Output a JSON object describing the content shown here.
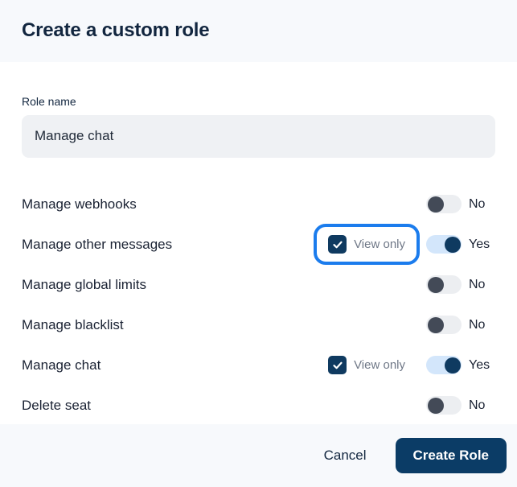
{
  "header": {
    "title": "Create a custom role"
  },
  "form": {
    "role_name": {
      "label": "Role name",
      "value": "Manage chat",
      "placeholder": "Role name"
    }
  },
  "permissions": {
    "view_only_label": "View only",
    "rows": [
      {
        "label": "Manage webhooks",
        "has_view_only": false,
        "view_only_checked": false,
        "view_only_focused": false,
        "toggle_state": "off",
        "toggle_text": "No"
      },
      {
        "label": "Manage other messages",
        "has_view_only": true,
        "view_only_checked": true,
        "view_only_focused": true,
        "toggle_state": "on",
        "toggle_text": "Yes"
      },
      {
        "label": "Manage global limits",
        "has_view_only": false,
        "view_only_checked": false,
        "view_only_focused": false,
        "toggle_state": "off",
        "toggle_text": "No"
      },
      {
        "label": "Manage blacklist",
        "has_view_only": false,
        "view_only_checked": false,
        "view_only_focused": false,
        "toggle_state": "off",
        "toggle_text": "No"
      },
      {
        "label": "Manage chat",
        "has_view_only": true,
        "view_only_checked": true,
        "view_only_focused": false,
        "toggle_state": "on",
        "toggle_text": "Yes"
      },
      {
        "label": "Delete seat",
        "has_view_only": false,
        "view_only_checked": false,
        "view_only_focused": false,
        "toggle_state": "off",
        "toggle_text": "No"
      }
    ]
  },
  "footer": {
    "cancel_label": "Cancel",
    "submit_label": "Create Role"
  },
  "colors": {
    "header_bg": "#f7f9fc",
    "footer_bg": "#f7f9fc",
    "title_text": "#12263f",
    "input_bg": "#eff1f4",
    "primary_navy": "#0b3c66",
    "checkbox_navy": "#0f3a60",
    "focus_ring_blue": "#1b7ced",
    "toggle_on_track": "#d3e6fb",
    "toggle_on_knob": "#0f3a60",
    "toggle_off_track": "#eceef1",
    "toggle_off_knob": "#434a57",
    "view_only_text": "#6f7887"
  }
}
